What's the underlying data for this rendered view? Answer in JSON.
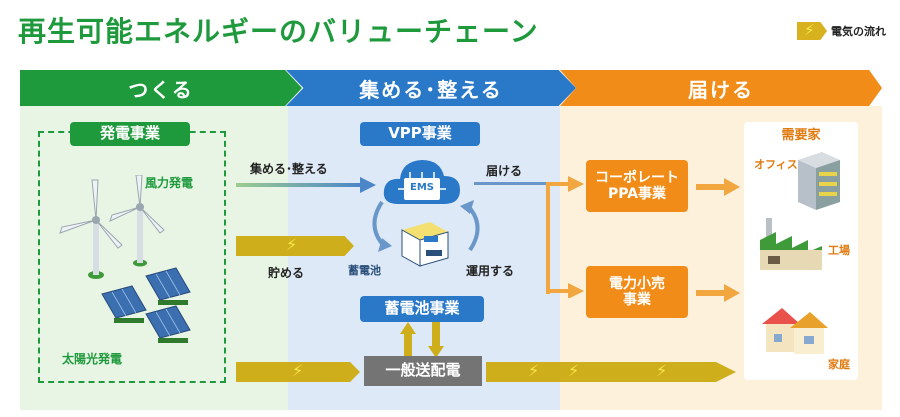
{
  "title": "再生可能エネルギーのバリューチェーン",
  "legend": {
    "label": "電気の流れ"
  },
  "stages": [
    "つくる",
    "集める･整える",
    "届ける"
  ],
  "generation": {
    "label": "発電事業",
    "wind": "風力発電",
    "solar": "太陽光発電"
  },
  "flows": {
    "collect": "集める･整える",
    "store": "貯める",
    "deliver": "届ける",
    "operate": "運用する"
  },
  "vpp": {
    "label": "VPP事業",
    "ems": "EMS"
  },
  "battery": {
    "label": "蓄電池事業",
    "icon_caption": "蓄電池"
  },
  "grid": {
    "label": "一般送配電"
  },
  "services": {
    "corporate_ppa": "コーポレート\nPPA事業",
    "retail": "電力小売\n事業"
  },
  "demand": {
    "label": "需要家",
    "office": "オフィス",
    "factory": "工場",
    "home": "家庭"
  },
  "colors": {
    "green": "#1e9a3c",
    "blue": "#2a78c8",
    "orange": "#f08c17",
    "gold": "#cfae1c"
  }
}
